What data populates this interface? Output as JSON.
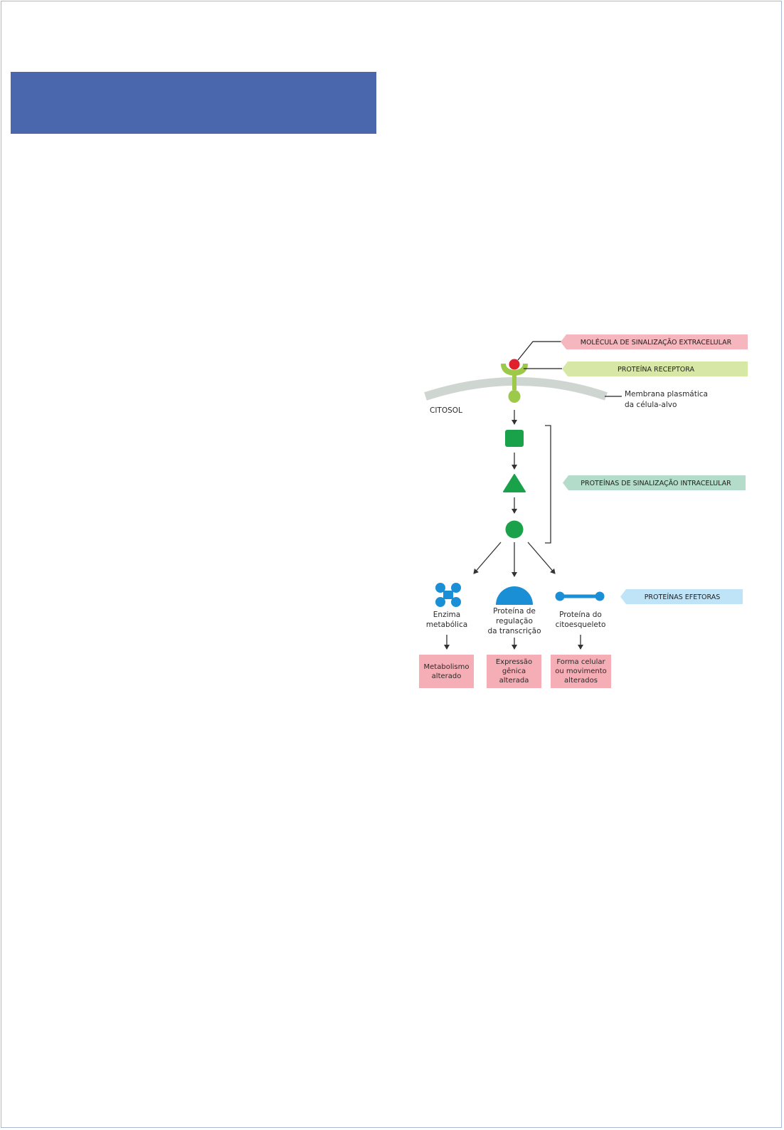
{
  "diagram": {
    "labels": {
      "extracellular_signal": "MOLÉCULA DE SINALIZAÇÃO EXTRACELULAR",
      "receptor_protein": "PROTEÍNA RECEPTORA",
      "membrane_line1": "Membrana plasmática",
      "membrane_line2": "da célula-alvo",
      "cytosol": "CITOSOL",
      "intracellular_proteins": "PROTEÍNAS DE SINALIZAÇÃO INTRACELULAR",
      "effector_proteins": "PROTEÍNAS EFETORAS"
    },
    "effectors": [
      {
        "name_lines": [
          "Enzima",
          "metabólica"
        ],
        "outcome_lines": [
          "Metabolismo",
          "alterado"
        ]
      },
      {
        "name_lines": [
          "Proteína de",
          "regulação",
          "da transcrição"
        ],
        "outcome_lines": [
          "Expressão",
          "gênica",
          "alterada"
        ]
      },
      {
        "name_lines": [
          "Proteína do",
          "citoesqueleto"
        ],
        "outcome_lines": [
          "Forma celular",
          "ou movimento",
          "alterados"
        ]
      }
    ],
    "colors": {
      "title_banner": "#4a67ad",
      "signal_red": "#e0202a",
      "receptor_green": "#9dc94b",
      "intracellular_green": "#1aa24a",
      "effector_blue": "#1a8fd6",
      "membrane_gray": "#cfd6d2",
      "pink_pill": "#f5b7bd",
      "lime_pill": "#d7e8a6",
      "teal_pill": "#b4dccb",
      "blue_pill": "#bfe3f7",
      "outcome_pink": "#f5aeb5"
    }
  }
}
